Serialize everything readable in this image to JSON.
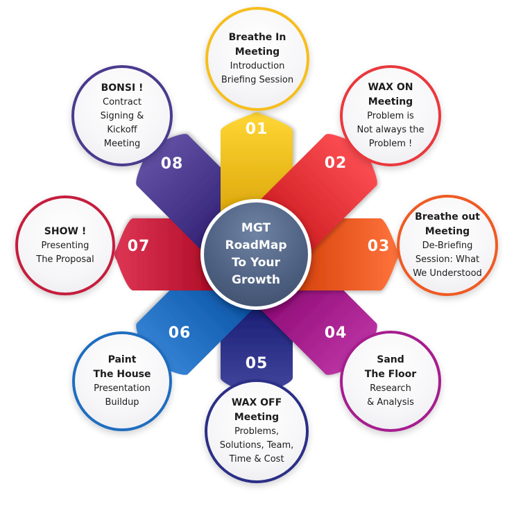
{
  "center": {
    "line1": "MGT",
    "line2": "RoadMap",
    "line3": "To Your",
    "line4": "Growth"
  },
  "steps": [
    {
      "number": "01",
      "title_lines": [
        "Breathe In",
        "Meeting"
      ],
      "desc_lines": [
        "Introduction",
        "Briefing Session"
      ],
      "color": "#f6be1c"
    },
    {
      "number": "02",
      "title_lines": [
        "WAX ON",
        "Meeting"
      ],
      "desc_lines": [
        "Problem is",
        "Not always the",
        "Problem !"
      ],
      "color": "#e9383d"
    },
    {
      "number": "03",
      "title_lines": [
        "Breathe out",
        "Meeting"
      ],
      "desc_lines": [
        "De-Briefing",
        "Session: What",
        "We Understood"
      ],
      "color": "#ef5a23"
    },
    {
      "number": "04",
      "title_lines": [
        "Sand",
        "The Floor"
      ],
      "desc_lines": [
        "Research",
        "& Analysis"
      ],
      "color": "#a61d8e"
    },
    {
      "number": "05",
      "title_lines": [
        "WAX OFF",
        "Meeting"
      ],
      "desc_lines": [
        "Problems,",
        "Solutions, Team,",
        "Time & Cost"
      ],
      "color": "#2b2f86"
    },
    {
      "number": "06",
      "title_lines": [
        "Paint",
        "The House"
      ],
      "desc_lines": [
        "Presentation",
        "Buildup"
      ],
      "color": "#1f6dbf"
    },
    {
      "number": "07",
      "title_lines": [
        "SHOW !"
      ],
      "desc_lines": [
        "Presenting",
        "The Proposal"
      ],
      "color": "#c51d3c"
    },
    {
      "number": "08",
      "title_lines": [
        "BONSI !"
      ],
      "desc_lines": [
        "Contract",
        "Signing &",
        "Kickoff",
        "Meeting"
      ],
      "color": "#4b3a8e"
    }
  ]
}
